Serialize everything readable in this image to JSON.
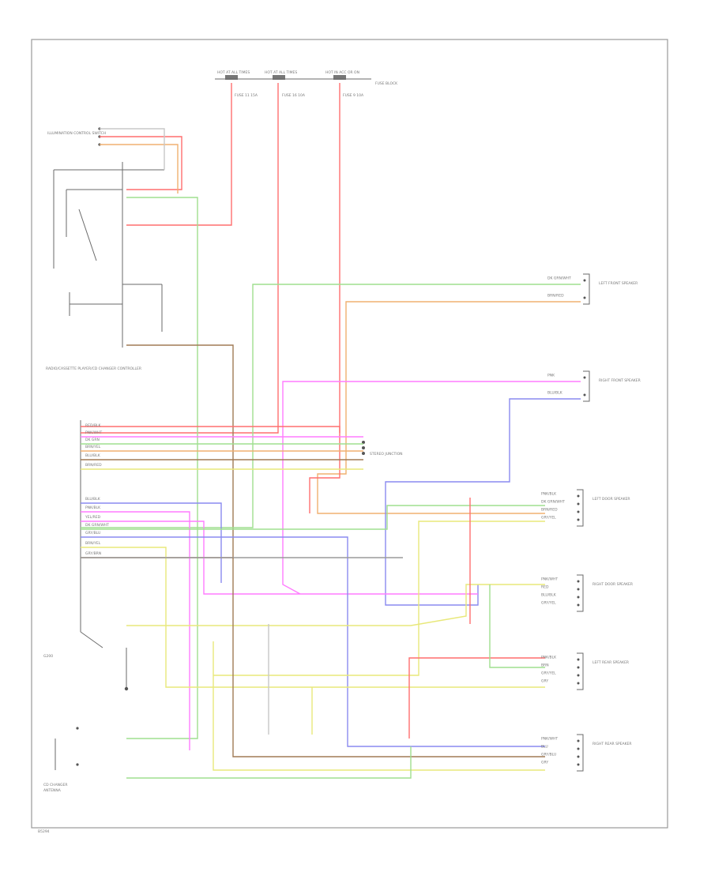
{
  "diagram": {
    "footer_code": "B5294",
    "fuses": [
      {
        "label": "HOT AT ALL TIMES",
        "fuse": "FUSE 11 15A"
      },
      {
        "label": "HOT AT ALL TIMES",
        "fuse": "FUSE 16 10A"
      },
      {
        "label": "HOT IN ACC OR ON",
        "fuse": "FUSE 9 10A"
      }
    ],
    "fuse_box_label": "FUSE BLOCK",
    "ignition_switch_label": "ILLUMINATION CONTROL SWITCH",
    "radio_label": "RADIO/CASSETTE PLAYER/CD CHANGER CONTROLLER",
    "antenna_label": "ANTENNA",
    "ground_label": "G200",
    "cd_changer_label": "CD CHANGER",
    "junction_label": "STEREO JUNCTION",
    "speakers": [
      {
        "name": "LEFT FRONT SPEAKER",
        "pins": [
          "DK GRN/WHT",
          "BRN/RED"
        ]
      },
      {
        "name": "RIGHT FRONT SPEAKER",
        "pins": [
          "PNK",
          "BLU/BLK"
        ]
      },
      {
        "name": "LEFT DOOR SPEAKER",
        "pins": [
          "PNK/BLK",
          "DK GRN/WHT",
          "BRN/RED",
          "GRY/YEL"
        ]
      },
      {
        "name": "RIGHT DOOR SPEAKER",
        "pins": [
          "PNK/WHT",
          "RED",
          "BLU/BLK",
          "GRY/YEL"
        ]
      },
      {
        "name": "LEFT REAR SPEAKER",
        "pins": [
          "PNK/BLK",
          "BRN",
          "GRY/YEL",
          "GRY"
        ]
      },
      {
        "name": "RIGHT REAR SPEAKER",
        "pins": [
          "PNK/WHT",
          "BLU",
          "GRY/BLU",
          "GRY"
        ]
      }
    ],
    "radio_wires": [
      "RED/BLK",
      "PNK/WHT",
      "DK GRN",
      "BRN/YEL",
      "BLU/BLK",
      "BRN/RED",
      "BLU/BLK",
      "PNK/BLK",
      "YEL/RED",
      "DK GRN/WHT",
      "GRY/BLU",
      "BRN/YEL",
      "GRY/BRN"
    ],
    "wire_colors": {
      "red": "#ff6f6f",
      "pink": "#ff7cff",
      "green": "#9fdf8f",
      "orange": "#f0b070",
      "blue": "#8a8af0",
      "brown": "#a07a55",
      "yellow": "#e8e87a",
      "gray": "#9a9a9a",
      "lightgray": "#c8c8c8"
    }
  }
}
